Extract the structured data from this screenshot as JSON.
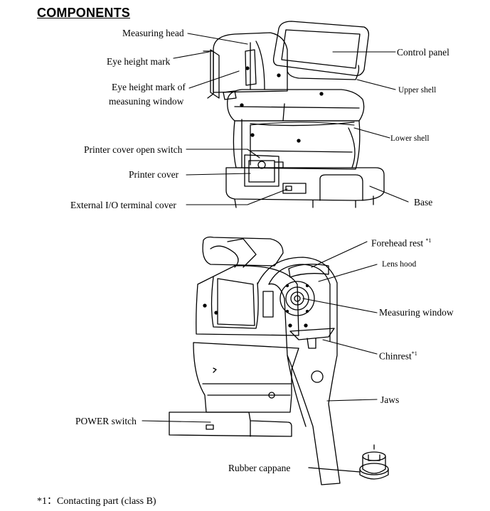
{
  "section_title": "COMPONENTS",
  "figure1": {
    "labels": {
      "measuring_head": "Measuring head",
      "eye_height_mark": "Eye height mark",
      "eye_height_mark_window_l1": "Eye height mark of",
      "eye_height_mark_window_l2": "measuning window",
      "printer_cover_open_switch": "Printer cover open switch",
      "printer_cover": "Printer cover",
      "external_io": "External I/O terminal cover",
      "control_panel": "Control panel",
      "upper_shell": "Upper shell",
      "lower_shell": "Lower shell",
      "base": "Base"
    }
  },
  "figure2": {
    "labels": {
      "forehead_rest": "Forehead rest",
      "forehead_rest_mark": "*1",
      "lens_hood": "Lens hood",
      "measuring_window": "Measuring window",
      "chinrest": "Chinrest",
      "chinrest_mark": "*1",
      "jaws": "Jaws",
      "power_switch": "POWER switch",
      "rubber_cappane": "Rubber cappane"
    }
  },
  "footnote": "*1：Contacting part (class B)"
}
